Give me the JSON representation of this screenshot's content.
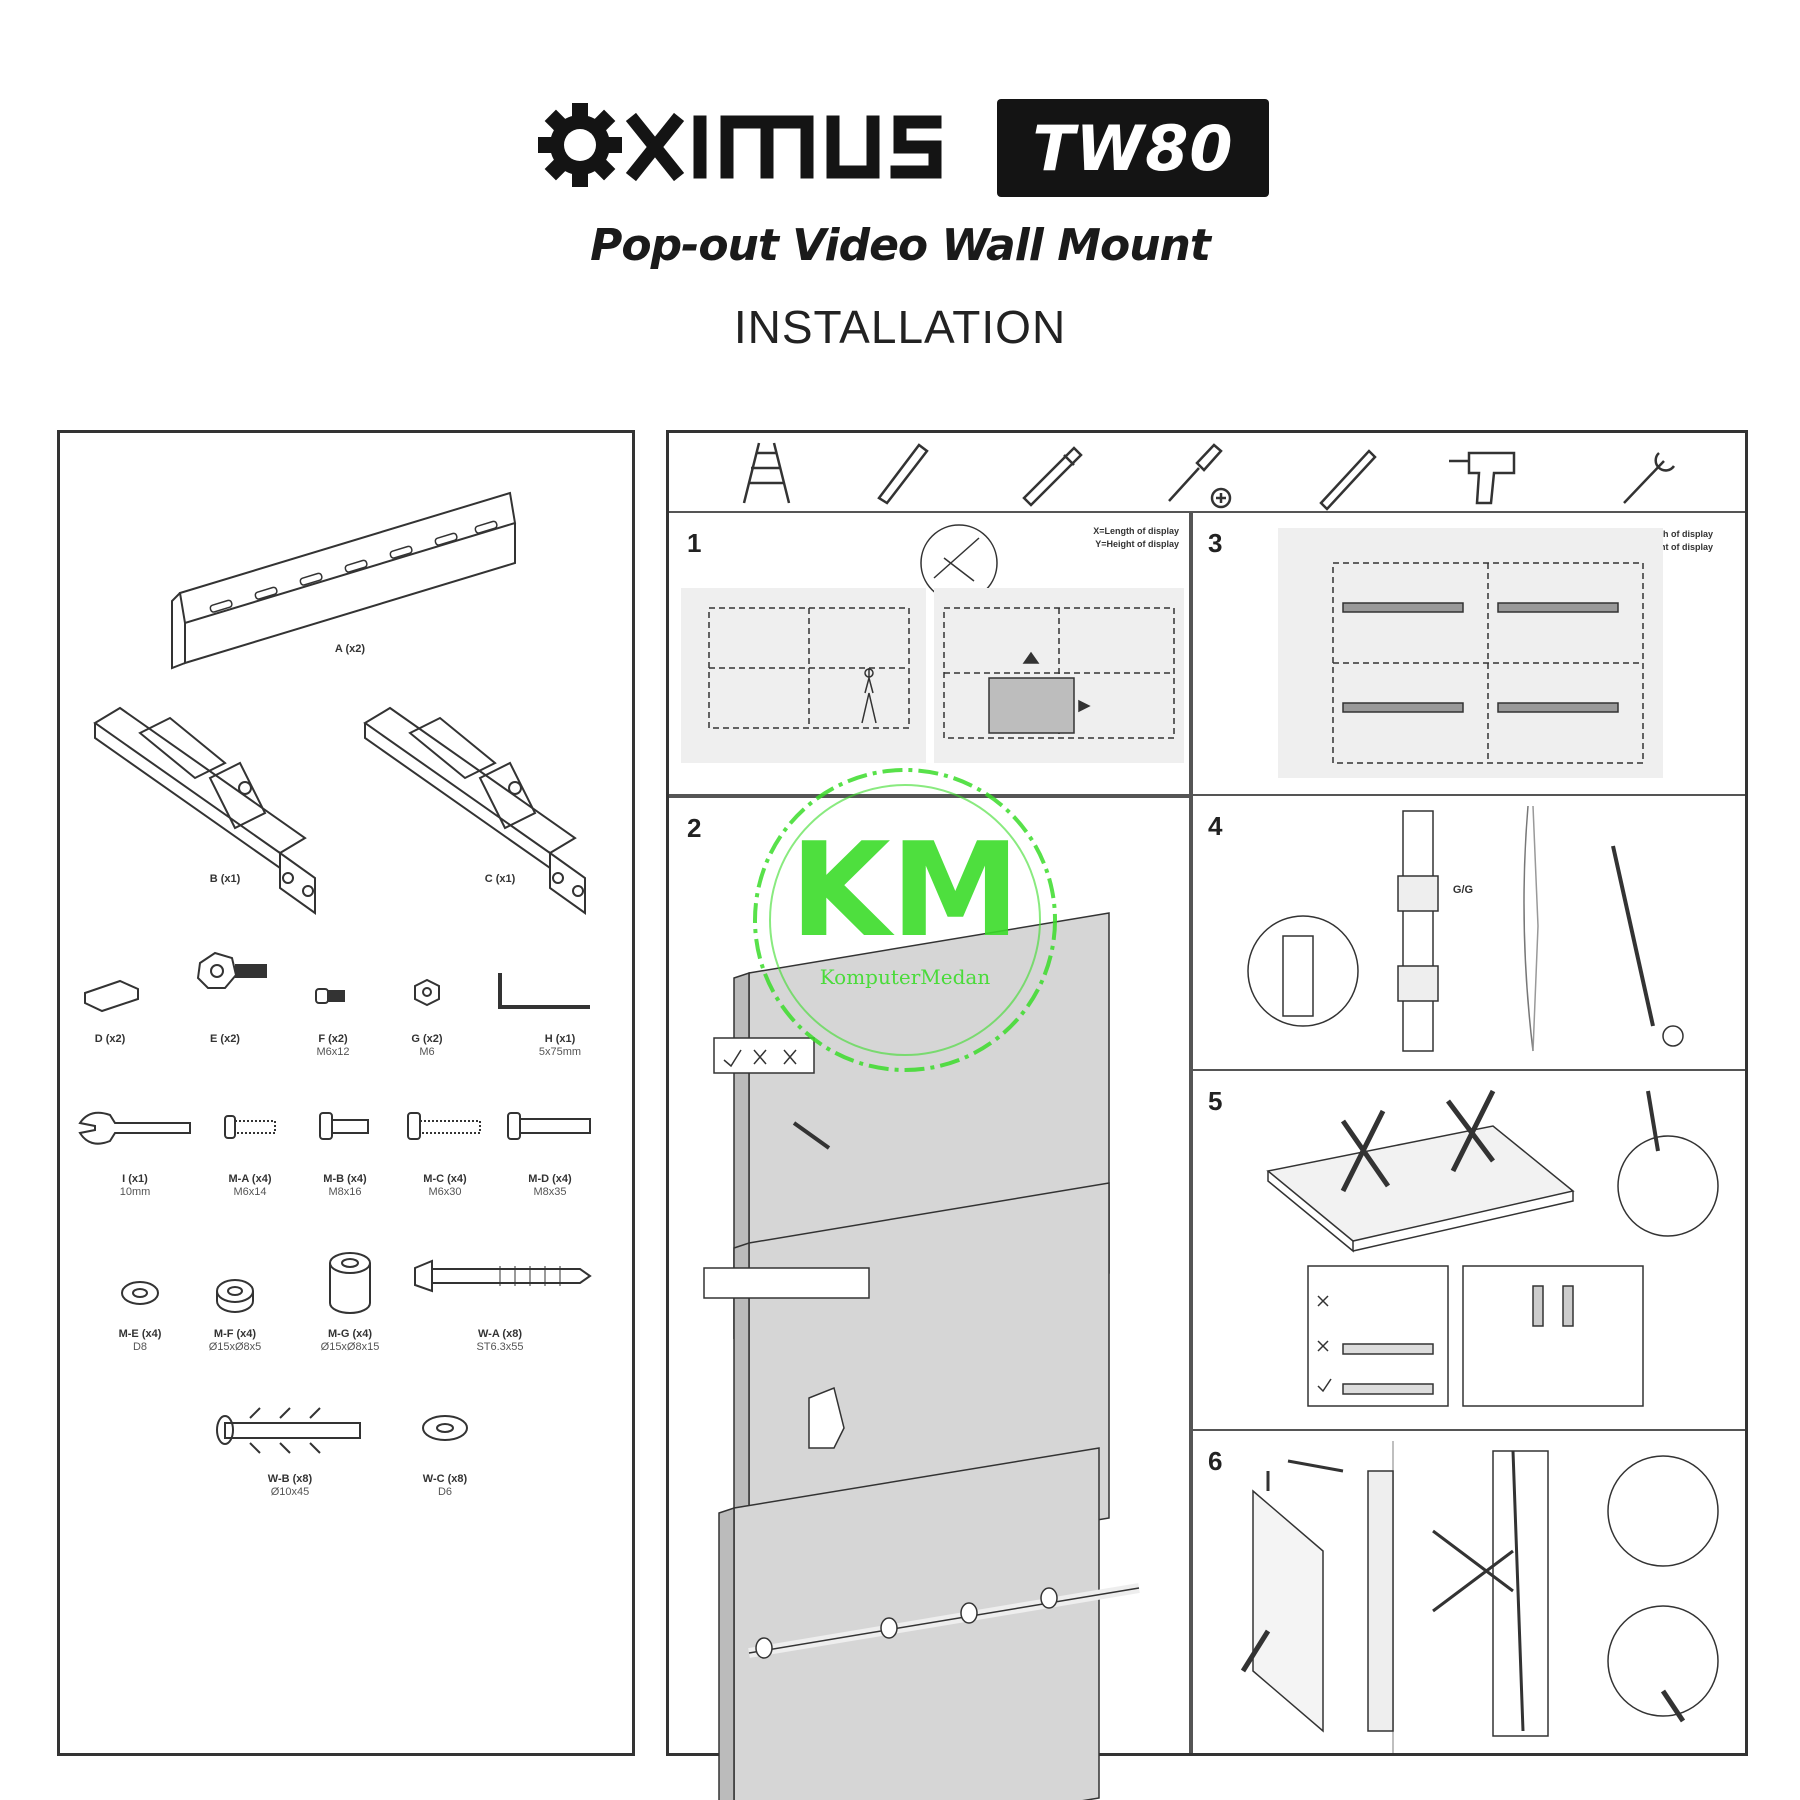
{
  "header": {
    "brand": "OXIMUS",
    "model": "TW80",
    "subtitle": "Pop-out Video Wall Mount",
    "section": "INSTALLATION"
  },
  "parts": [
    {
      "id": "A",
      "label": "A (x2)",
      "spec": ""
    },
    {
      "id": "B",
      "label": "B (x1)",
      "spec": ""
    },
    {
      "id": "C",
      "label": "C (x1)",
      "spec": ""
    },
    {
      "id": "D",
      "label": "D (x2)",
      "spec": ""
    },
    {
      "id": "E",
      "label": "E (x2)",
      "spec": ""
    },
    {
      "id": "F",
      "label": "F (x2)",
      "spec": "M6x12"
    },
    {
      "id": "G",
      "label": "G (x2)",
      "spec": "M6"
    },
    {
      "id": "H",
      "label": "H (x1)",
      "spec": "5x75mm"
    },
    {
      "id": "I",
      "label": "I (x1)",
      "spec": "10mm"
    },
    {
      "id": "M-A",
      "label": "M-A (x4)",
      "spec": "M6x14"
    },
    {
      "id": "M-B",
      "label": "M-B (x4)",
      "spec": "M8x16"
    },
    {
      "id": "M-C",
      "label": "M-C (x4)",
      "spec": "M6x30"
    },
    {
      "id": "M-D",
      "label": "M-D (x4)",
      "spec": "M8x35"
    },
    {
      "id": "M-E",
      "label": "M-E (x4)",
      "spec": "D8"
    },
    {
      "id": "M-F",
      "label": "M-F (x4)",
      "spec": "Ø15xØ8x5"
    },
    {
      "id": "M-G",
      "label": "M-G (x4)",
      "spec": "Ø15xØ8x15"
    },
    {
      "id": "W-A",
      "label": "W-A (x8)",
      "spec": "ST6.3x55"
    },
    {
      "id": "W-B",
      "label": "W-B (x8)",
      "spec": "Ø10x45"
    },
    {
      "id": "W-C",
      "label": "W-C (x8)",
      "spec": "D6"
    }
  ],
  "tools": [
    "ladder-icon",
    "level-icon",
    "pencil-icon",
    "phillips-screwdriver-icon",
    "marker-icon",
    "power-drill-icon",
    "wrench-icon"
  ],
  "steps": [
    {
      "number": "1",
      "legend_x": "X=Length of display",
      "legend_y": "Y=Height of display"
    },
    {
      "number": "2"
    },
    {
      "number": "3",
      "legend_x": "X=Length of display",
      "legend_y": "Y=Height of display"
    },
    {
      "number": "4",
      "marker": "G/G"
    },
    {
      "number": "5"
    },
    {
      "number": "6"
    }
  ],
  "watermark": {
    "initials": "KM",
    "text": "KomputerMedan",
    "color": "#3bdc2a"
  },
  "colors": {
    "ink": "#1a1a1a",
    "panel_border": "#333333",
    "wall_gray": "#d6d6d6"
  }
}
